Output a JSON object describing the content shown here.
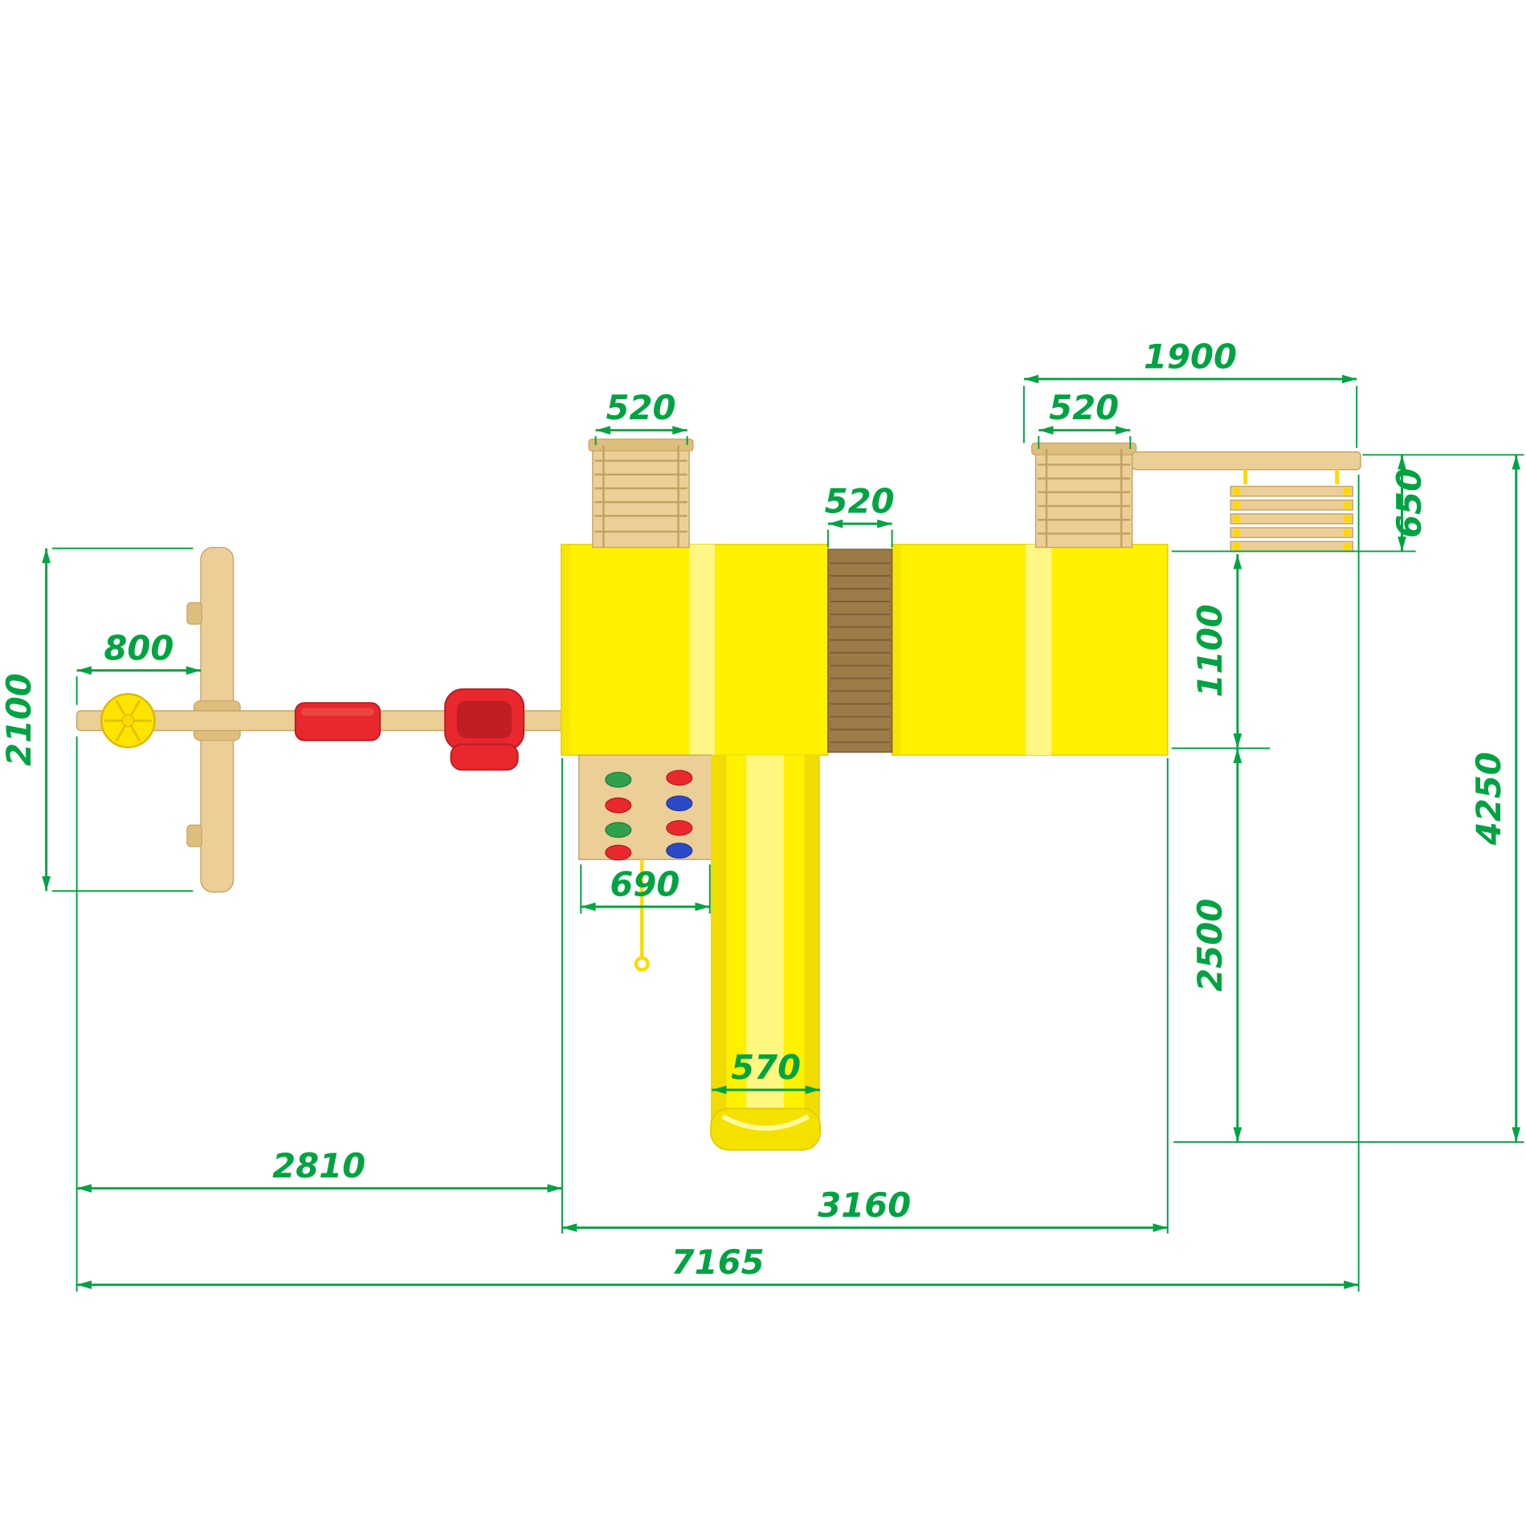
{
  "drawing": {
    "title": "playground-set-top-view-dimension-drawing"
  },
  "dims": {
    "top_span": "1900",
    "ladder_left_width": "520",
    "ladder_right_width": "520",
    "bridge_width": "520",
    "beam_depth": "650",
    "swing_offset": "800",
    "swing_frame_depth": "2100",
    "tower_depth": "1100",
    "climb_wall_width": "690",
    "slide_run": "2500",
    "slide_width": "570",
    "swing_section_width": "2810",
    "tower_section_width": "3160",
    "total_depth": "4250",
    "total_width": "7165"
  },
  "colors": {
    "dimension_green": "#00A342",
    "roof_yellow": "#FFF100",
    "wood_light": "#EBCF96",
    "wood_dark": "#9C7B49",
    "accent_red": "#E8282D",
    "hold_green": "#2FA04C",
    "hold_blue": "#2C49C8",
    "rope_yellow": "#FFD800",
    "background": "#FFFFFF"
  },
  "climbing_holds": [
    [
      "green",
      "red"
    ],
    [
      "red",
      "blue"
    ],
    [
      "green",
      "red"
    ],
    [
      "red",
      "blue"
    ]
  ]
}
